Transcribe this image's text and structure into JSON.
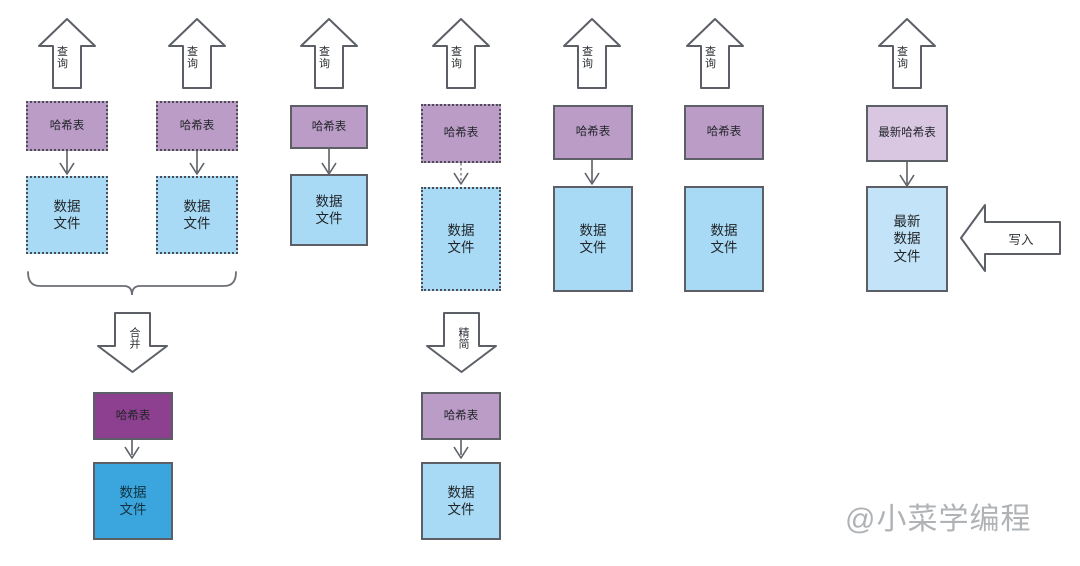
{
  "diagram": {
    "title": "Bitcask hash-index / data-file merge diagram",
    "watermark": "@小菜学编程",
    "labels": {
      "query": "查询",
      "hash_table": "哈希表",
      "data_file": "数据\n文件",
      "latest_hash_table": "最新哈希表",
      "latest_data_file": "最新\n数据\n文件",
      "write": "写入",
      "merge": "合并",
      "compact": "精简"
    },
    "colors": {
      "hash_fill": "#bb9cc7",
      "file_fill": "#a9daf5",
      "hash_fill_light": "#d9c7e2",
      "file_fill_light": "#c3e4f8",
      "hash_fill_dark": "#8d3f90",
      "file_fill_dark": "#3aa6dd",
      "stroke": "#5c6066",
      "stroke_dotted": "#4a4d52",
      "watermark": "#b0b3b6",
      "text": "#1f2326"
    },
    "columns": [
      {
        "id": "col-1",
        "query_arrow": "查询",
        "hash_label": "哈希表",
        "file_label": "数据\n文件",
        "hash_border": "dotted",
        "file_border": "dotted",
        "connector": "solid",
        "variant": "normal"
      },
      {
        "id": "col-2",
        "query_arrow": "查询",
        "hash_label": "哈希表",
        "file_label": "数据\n文件",
        "hash_border": "dotted",
        "file_border": "dotted",
        "connector": "solid",
        "variant": "normal"
      },
      {
        "id": "col-3",
        "query_arrow": "查询",
        "hash_label": "哈希表",
        "file_label": "数据\n文件",
        "hash_border": "solid",
        "file_border": "solid",
        "connector": "solid",
        "variant": "normal"
      },
      {
        "id": "col-4",
        "query_arrow": "查询",
        "hash_label": "哈希表",
        "file_label": "数据\n文件",
        "hash_border": "dotted",
        "file_border": "dotted",
        "connector": "dotted",
        "variant": "normal"
      },
      {
        "id": "col-5",
        "query_arrow": "查询",
        "hash_label": "哈希表",
        "file_label": "数据\n文件",
        "hash_border": "solid",
        "file_border": "solid",
        "connector": "solid",
        "variant": "normal"
      },
      {
        "id": "col-6",
        "query_arrow": "查询",
        "hash_label": "哈希表",
        "file_label": "数据\n文件",
        "hash_border": "solid",
        "file_border": "solid",
        "connector": "none",
        "variant": "normal"
      },
      {
        "id": "col-7",
        "query_arrow": "查询",
        "hash_label": "最新哈希表",
        "file_label": "最新\n数据\n文件",
        "hash_border": "solid",
        "file_border": "solid",
        "connector": "solid",
        "variant": "latest"
      }
    ],
    "results": [
      {
        "id": "merge-result",
        "op_arrow": "合并",
        "hash_label": "哈希表",
        "file_label": "数据\n文件",
        "variant": "dark",
        "has_brace": true
      },
      {
        "id": "compact-result",
        "op_arrow": "精简",
        "hash_label": "哈希表",
        "file_label": "数据\n文件",
        "variant": "normal",
        "has_brace": false
      }
    ],
    "write_arrow": {
      "label": "写入",
      "direction": "left"
    }
  }
}
